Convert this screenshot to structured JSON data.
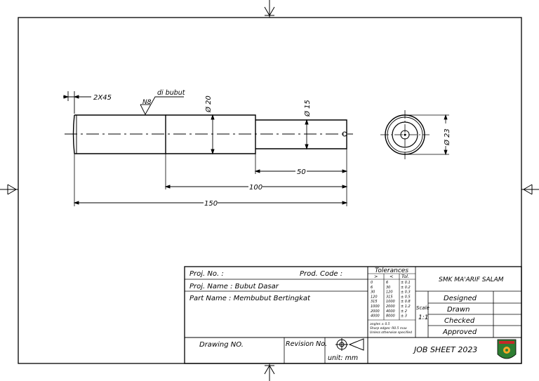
{
  "part": {
    "chamfer_note": "2X45",
    "surface_symbol": "N8",
    "surface_note": "di bubut",
    "dia_large": "Ø 20",
    "dia_small": "Ø 15",
    "dia_end_view": "Ø 23",
    "len_small": "50",
    "len_mid": "100",
    "len_total": "150"
  },
  "title_block": {
    "proj_no_label": "Proj. No. :",
    "prod_code_label": "Prod. Code :",
    "proj_name": "Proj. Name : Bubut Dasar",
    "part_name": "Part Name : Membubut Bertingkat",
    "drawing_no_label": "Drawing NO.",
    "revision_no_label": "Revision No.",
    "unit": "unit: mm",
    "tolerances_title": "Tolerances",
    "tol_header": [
      ">",
      "<",
      "Tol."
    ],
    "tol_rows": [
      [
        "0",
        "6",
        "± 0.1"
      ],
      [
        "6",
        "30",
        "± 0.2"
      ],
      [
        "30",
        "120",
        "± 0.3"
      ],
      [
        "120",
        "315",
        "± 0.5"
      ],
      [
        "315",
        "1000",
        "± 0.8"
      ],
      [
        "1000",
        "2000",
        "± 1.2"
      ],
      [
        "2000",
        "4000",
        "± 2"
      ],
      [
        "4000",
        "8000",
        "± 3"
      ]
    ],
    "tol_notes": [
      "angles ± 0.5",
      "Sharp edges: R0.5 max",
      "Unless otherwise specified"
    ],
    "scale_label": "Scale",
    "scale_value": "1:1",
    "school": "SMK MA'ARIF SALAM",
    "designed": "Designed",
    "drawn": "Drawn",
    "checked": "Checked",
    "approved": "Approved",
    "job_sheet": "JOB SHEET 2023"
  },
  "colors": {
    "line": "#000000",
    "logo_green": "#2e7d32",
    "logo_red": "#c62828",
    "logo_yellow": "#f9a825"
  }
}
